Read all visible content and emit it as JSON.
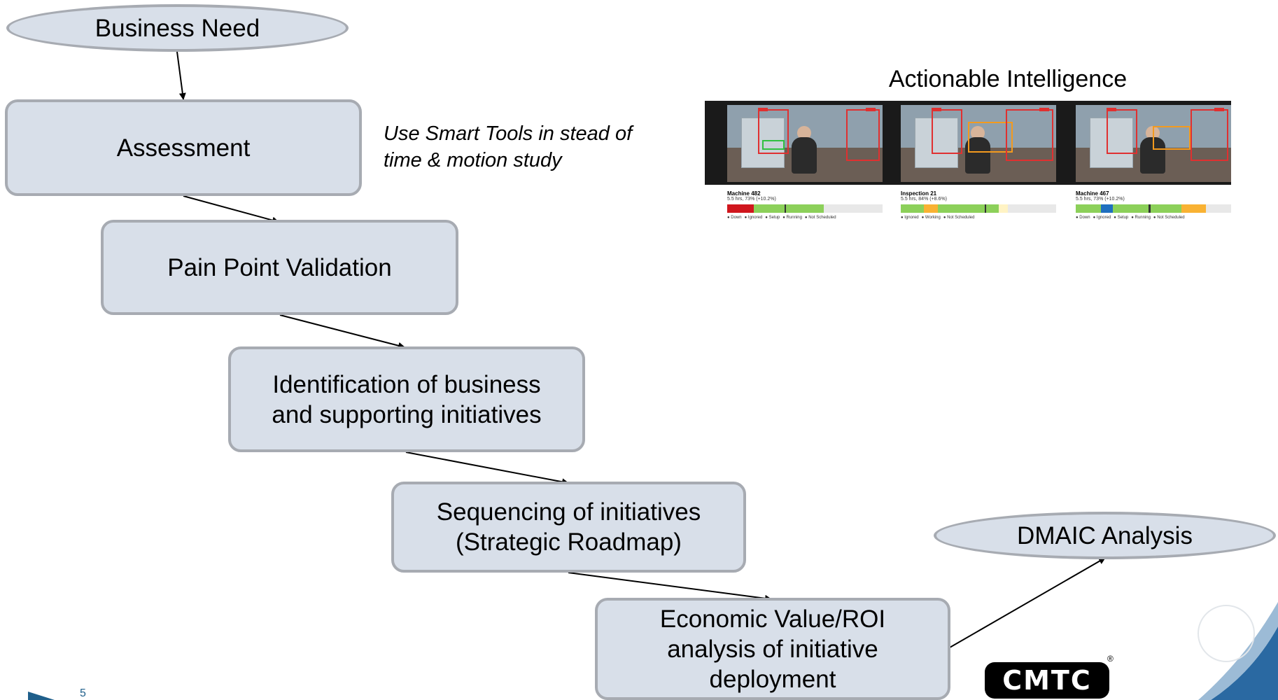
{
  "flow": {
    "business_need": "Business Need",
    "assessment": "Assessment",
    "pain_point": "Pain Point Validation",
    "identification": "Identification of business\nand supporting initiatives",
    "sequencing": "Sequencing of initiatives\n(Strategic Roadmap)",
    "economic": "Economic Value/ROI\nanalysis of initiative\ndeployment",
    "dmaic": "DMAIC Analysis"
  },
  "note": "Use Smart Tools in stead of\ntime & motion study",
  "intelligence": {
    "title": "Actionable Intelligence",
    "panels": [
      {
        "name": "Machine 482",
        "sub": "5.5 hrs, 73% (+10.2%)",
        "legend": [
          "● Down",
          "● Ignored",
          "● Setup",
          "● Running",
          "● Not Scheduled"
        ]
      },
      {
        "name": "Inspection 21",
        "sub": "5.5 hrs, 84% (+8.6%)",
        "legend": [
          "● Ignored",
          "● Working",
          "● Not Scheduled"
        ]
      },
      {
        "name": "Machine 467",
        "sub": "5.5 hrs, 73% (+10.2%)",
        "legend": [
          "● Down",
          "● Ignored",
          "● Setup",
          "● Running",
          "● Not Scheduled"
        ]
      }
    ]
  },
  "logo": {
    "text": "CMTC",
    "mark": "®"
  },
  "page_number": "5",
  "colors": {
    "node_fill": "#d8dfe9",
    "node_border": "#a7abb2",
    "accent_blue": "#1f5f8b"
  }
}
